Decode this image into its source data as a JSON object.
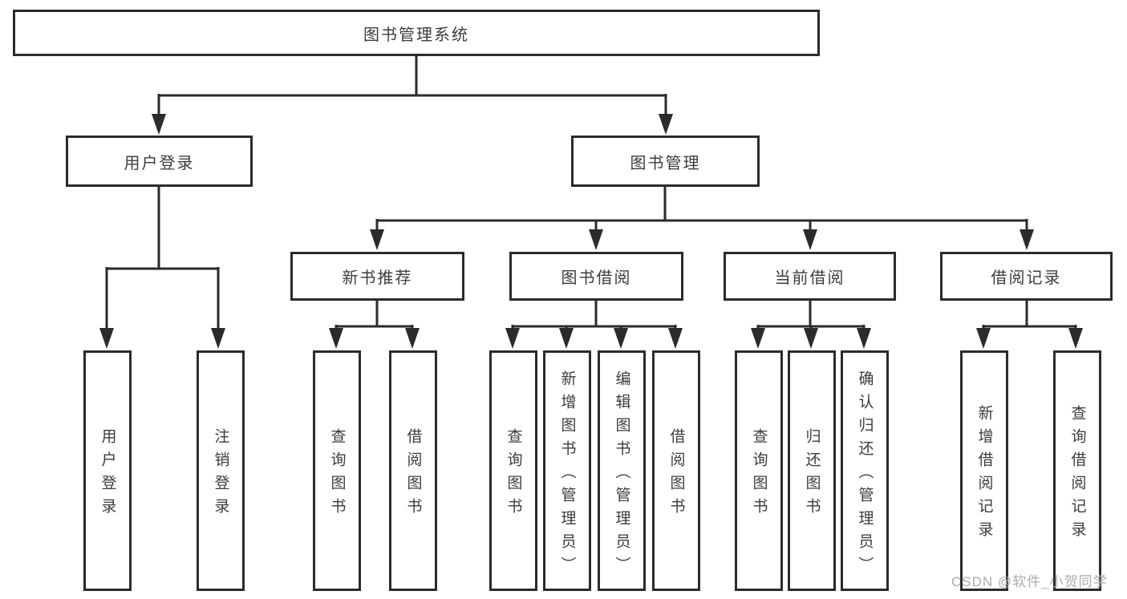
{
  "diagram_title": "图书管理系统",
  "nodes": {
    "root": "图书管理系统",
    "user_login": "用户登录",
    "book_mgmt": "图书管理",
    "new_book_rec": "新书推荐",
    "book_borrow": "图书借阅",
    "current_borrow": "当前借阅",
    "borrow_records": "借阅记录",
    "leaf_user_login": "用户登录",
    "leaf_logout": "注销登录",
    "leaf_query_book_1": "查询图书",
    "leaf_borrow_book_1": "借阅图书",
    "leaf_query_book_2": "查询图书",
    "leaf_add_book": "新增图书（管理员）",
    "leaf_edit_book": "编辑图书（管理员）",
    "leaf_borrow_book_2": "借阅图书",
    "leaf_query_book_3": "查询图书",
    "leaf_return_book": "归还图书",
    "leaf_confirm_return": "确认归还（管理员）",
    "leaf_add_record": "新增借阅记录",
    "leaf_query_record": "查询借阅记录"
  },
  "watermark": {
    "text": "CSDN @软件_小贺同学"
  },
  "colors": {
    "line": "#2b2b2b",
    "border": "#2b2b2b",
    "text": "#3c3c3c",
    "watermark": "#ababab",
    "background": "#ffffff"
  }
}
